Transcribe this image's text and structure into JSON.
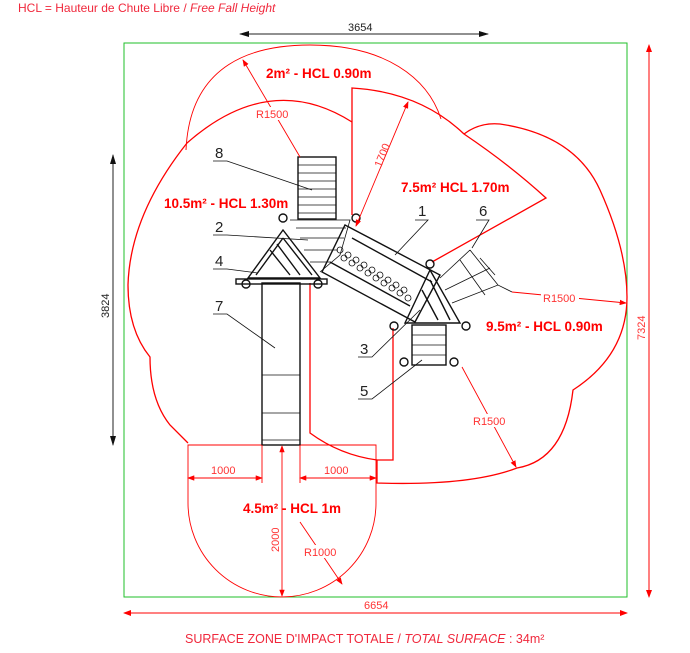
{
  "header": {
    "legend_fr": "HCL = Hauteur de Chute Libre",
    "separator": " / ",
    "legend_en": "Free Fall Height"
  },
  "footer": {
    "label_fr": "SURFACE ZONE D'IMPACT TOTALE",
    "separator": " / ",
    "label_en": "TOTAL SURFACE",
    "value": " : 34m²"
  },
  "zones": {
    "top": "2m² - HCL 0.90m",
    "left": "10.5m² - HCL 1.30m",
    "bridge": "7.5m² HCL 1.70m",
    "right": "9.5m² - HCL 0.90m",
    "bottom": "4.5m² - HCL 1m"
  },
  "dimensions": {
    "top_width": "3654",
    "total_width": "6654",
    "total_height": "7324",
    "left_height": "3824",
    "r_top": "R1500",
    "r_right": "R1500",
    "r_lower_right": "R1500",
    "bridge_depth": "1700",
    "bottom_left": "1000",
    "bottom_right": "1000",
    "bottom_depth": "2000",
    "r_bottom": "R1000"
  },
  "items": [
    "1",
    "2",
    "3",
    "4",
    "5",
    "6",
    "7",
    "8"
  ],
  "colors": {
    "zone": "#ff0000",
    "boundary": "#00c000",
    "structure": "#111111"
  }
}
